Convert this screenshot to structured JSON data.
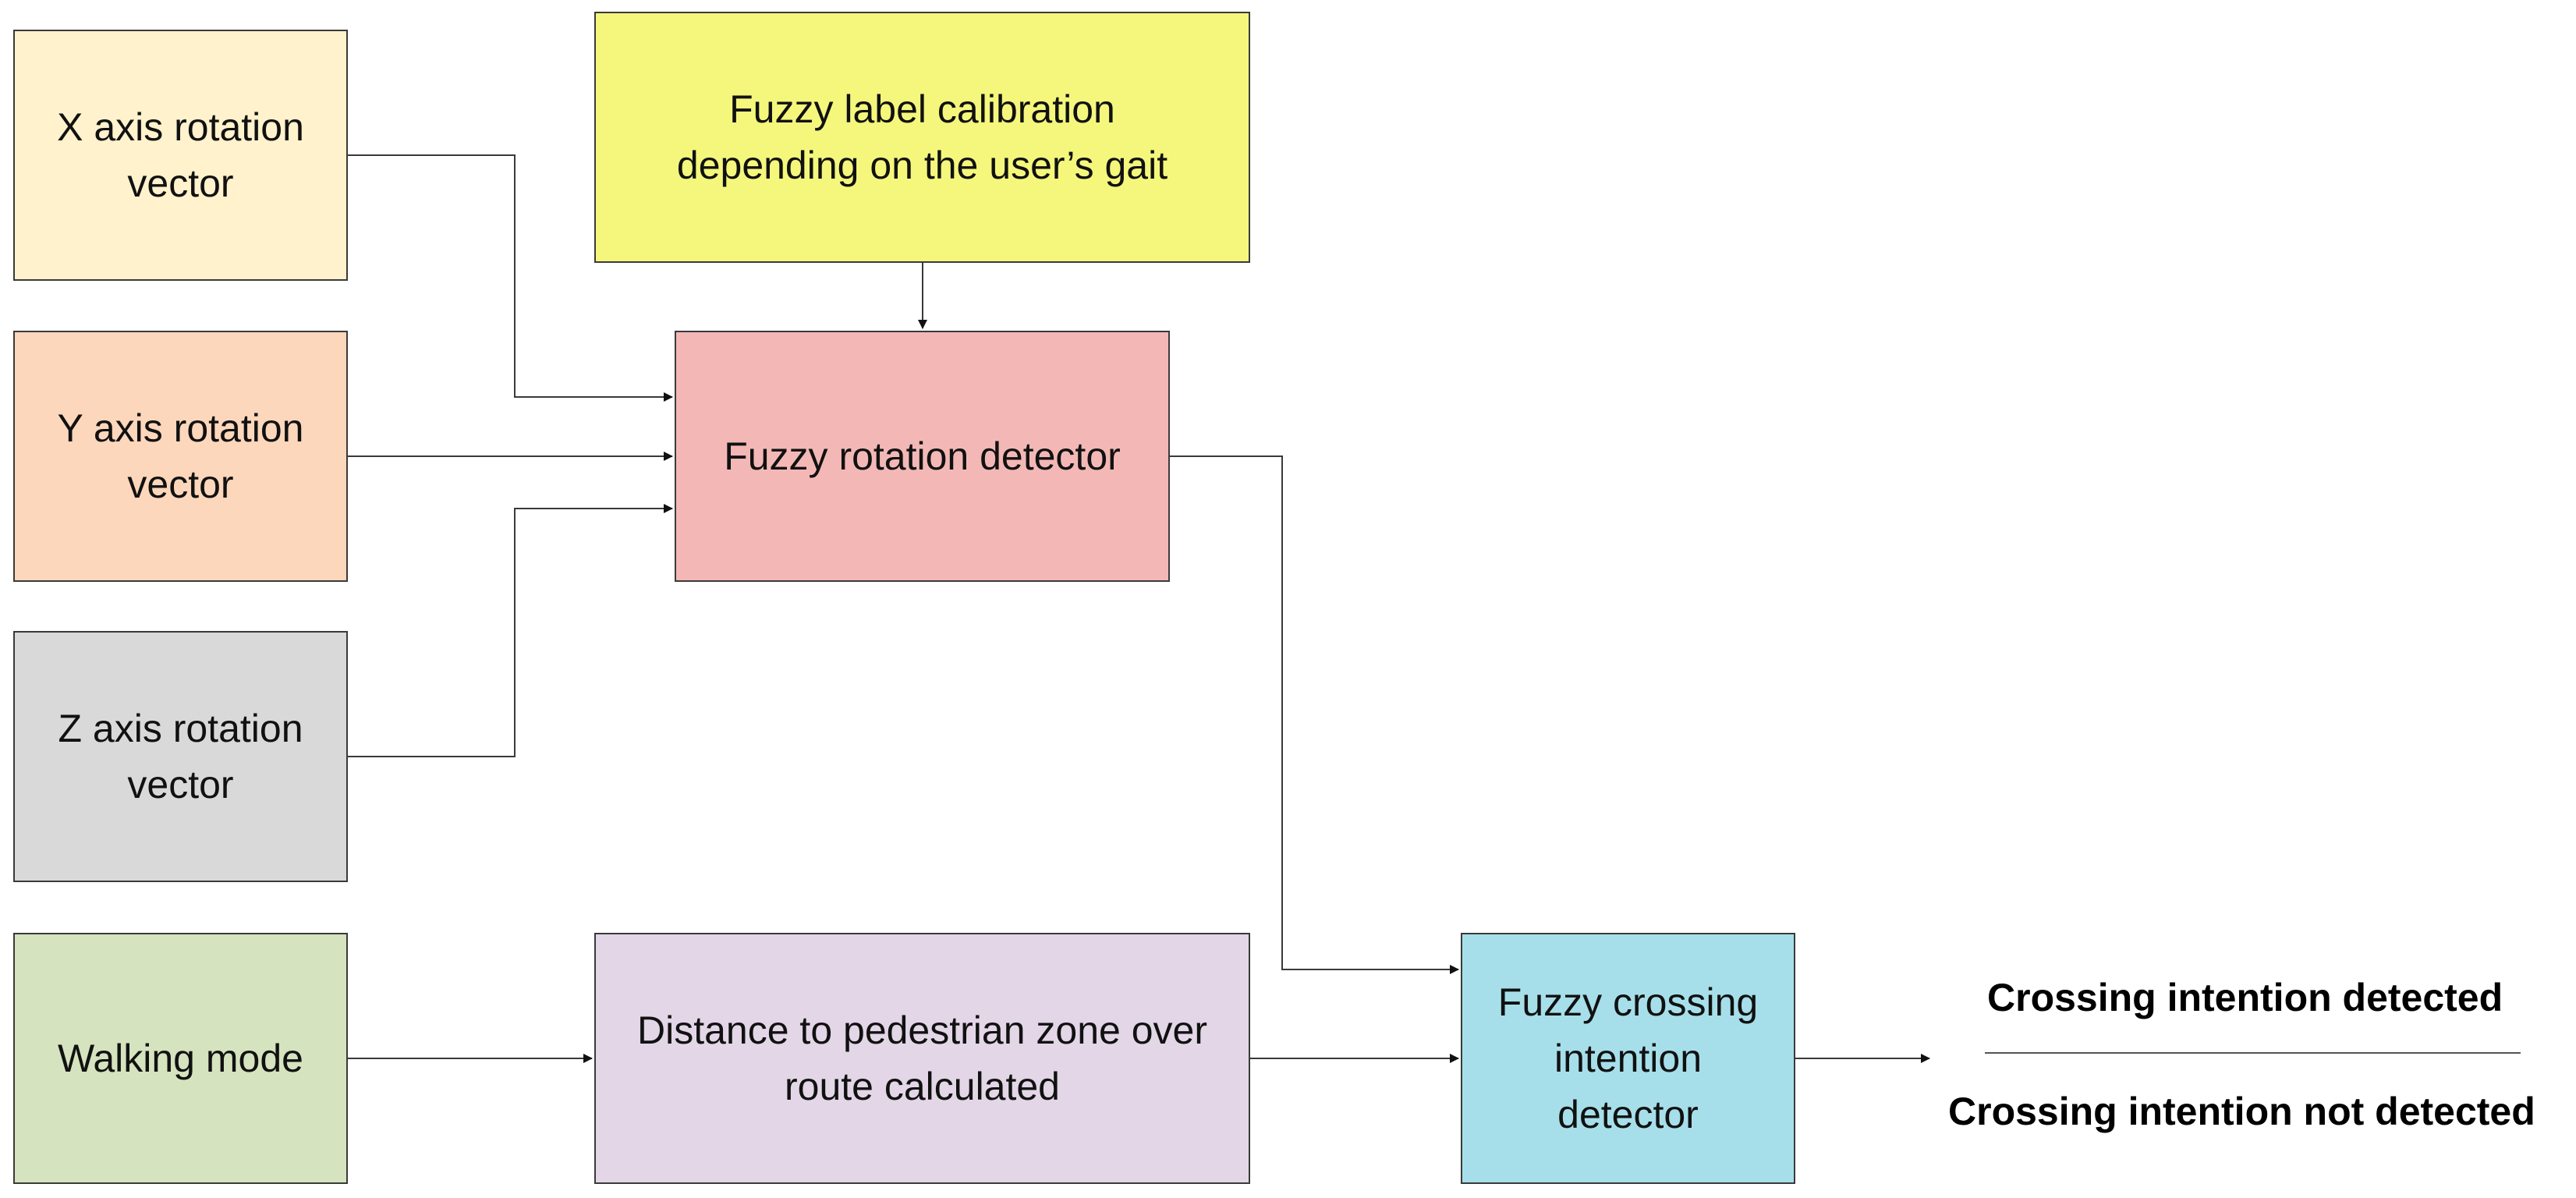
{
  "colors": {
    "x_axis": "#fff2cc",
    "y_axis": "#fdd7bb",
    "z_axis": "#d9d9d9",
    "walking": "#d5e3be",
    "calibration": "#f4f77c",
    "rotation": "#f3b8b6",
    "distance": "#e2d6e7",
    "crossing": "#a6dfea",
    "line": "#3a3a3a"
  },
  "nodes": {
    "x_axis": "X axis rotation\nvector",
    "y_axis": "Y axis rotation\nvector",
    "z_axis": "Z axis rotation\nvector",
    "walking": "Walking mode",
    "calibration": "Fuzzy label calibration\ndepending on the user’s gait",
    "rotation": "Fuzzy rotation detector",
    "distance": "Distance to pedestrian zone over\nroute calculated",
    "crossing": "Fuzzy crossing\nintention\ndetector"
  },
  "outputs": {
    "detected": "Crossing intention detected",
    "not_detected": "Crossing intention not detected"
  }
}
